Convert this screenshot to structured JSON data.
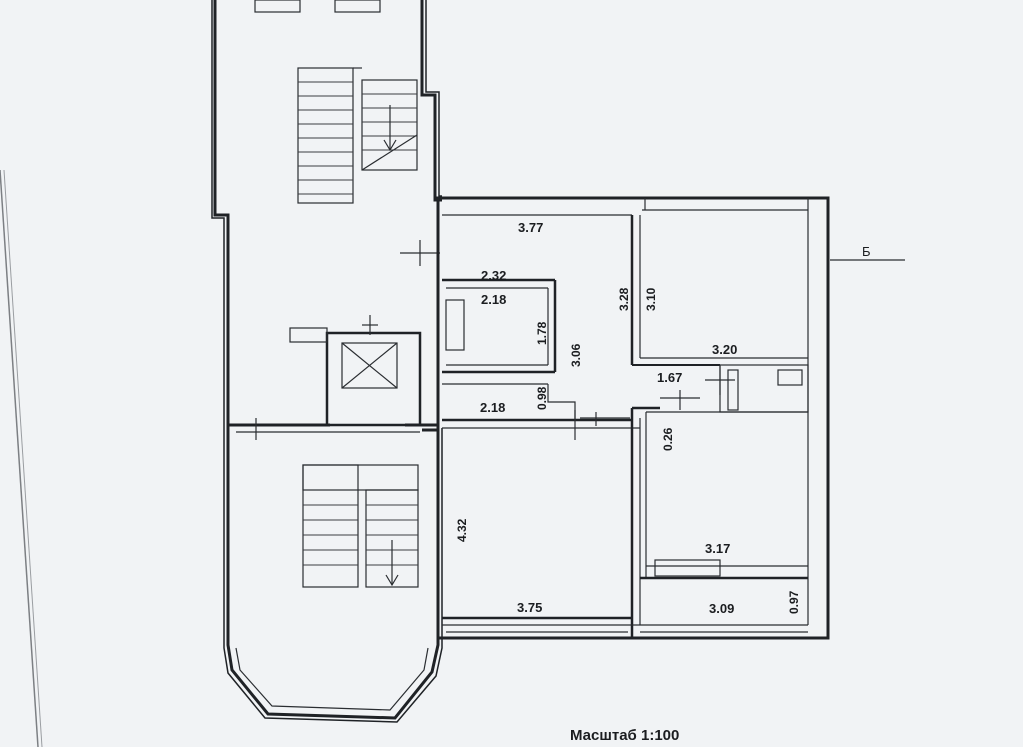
{
  "dimensions": {
    "top_room_width": "3.77",
    "corridor_width": "2.32",
    "bath_width": "2.18",
    "bath_height": "1.78",
    "hall_height": "3.06",
    "wc_height": "0.98",
    "wc_width": "2.18",
    "right_room_height_outer": "3.28",
    "right_room_height_inner": "3.10",
    "right_room_width": "3.20",
    "hall_passage_width": "1.67",
    "niche_depth": "0.26",
    "big_room_height": "4.32",
    "big_room_width": "3.75",
    "lower_right_room_width": "3.17",
    "balcony_width": "3.09",
    "balcony_depth": "0.97"
  },
  "section_marker": "Б",
  "scale_label": "Масштаб 1:100"
}
